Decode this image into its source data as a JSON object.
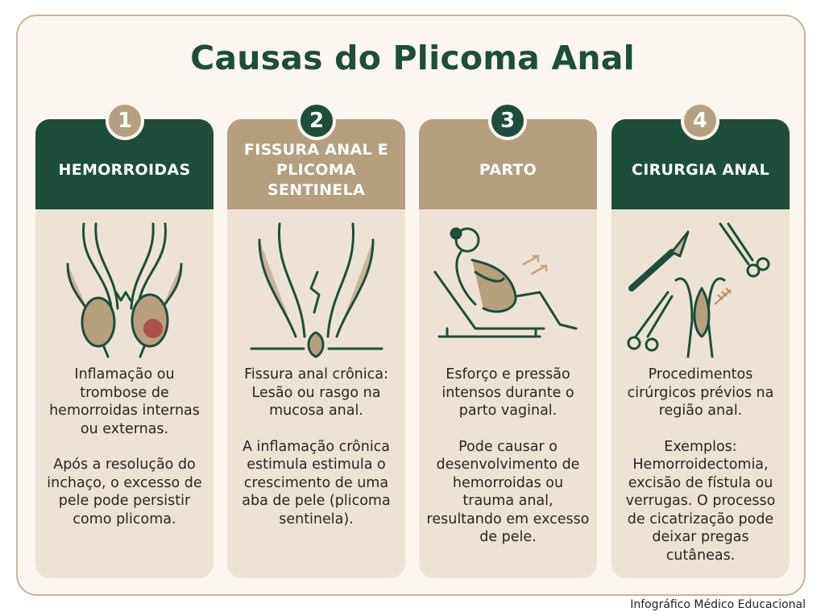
{
  "title": "Causas do Plicoma Anal",
  "footer": "Infográfico Médico Educacional",
  "colors": {
    "green": "#1d4e3b",
    "tan": "#b59f7f",
    "card": "#ede3d5",
    "frame": "#c6b497"
  },
  "cards": [
    {
      "number": "1",
      "heading": "HEMORROIDAS",
      "icon": "hemorrhoids-illustration",
      "p1": "Inflamação ou trombose de hemorroidas internas ou externas.",
      "p2": "Após a resolução do inchaço, o excesso de pele pode persistir como plicoma."
    },
    {
      "number": "2",
      "heading": "FISSURA ANAL E PLICOMA SENTINELA",
      "icon": "anal-fissure-illustration",
      "p1": "Fissura anal crônica: Lesão ou rasgo na mucosa anal.",
      "p2": "A inflamação crônica estimula estimula o crescimento de uma aba de pele (plicoma sentinela)."
    },
    {
      "number": "3",
      "heading": "PARTO",
      "icon": "pregnant-woman-illustration",
      "p1": "Esforço e pressão intensos durante o parto vaginal.",
      "p2": "Pode causar o desenvolvimento de hemorroidas ou trauma anal, resultando em excesso de pele."
    },
    {
      "number": "4",
      "heading": "CIRURGIA ANAL",
      "icon": "surgical-instruments-illustration",
      "p1": "Procedimentos cirúrgicos prévios na região anal.",
      "p2": "Exemplos: Hemorroidectomia, excisão de fístula ou verrugas. O processo de cicatrização pode deixar pregas cutâneas."
    }
  ]
}
